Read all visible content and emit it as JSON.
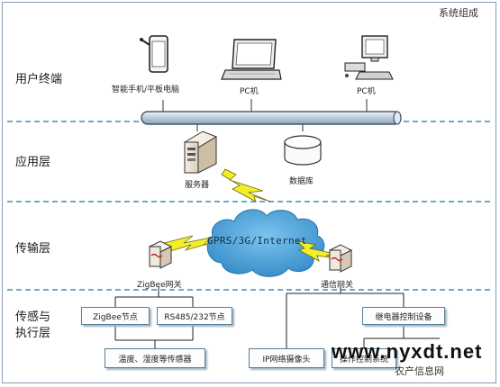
{
  "header": {
    "title": "系统组成"
  },
  "layers": {
    "user_terminal": "用户终端",
    "application": "应用层",
    "transport": "传输层",
    "sensing_line1": "传感与",
    "sensing_line2": "执行层"
  },
  "terminals": {
    "smartphone": "智能手机/平板电脑",
    "pc1": "PC机",
    "pc2": "PC机"
  },
  "application": {
    "server": "服务器",
    "database": "数据库"
  },
  "transport": {
    "cloud": "GPRS/3G/Internet",
    "zigbee_gateway": "ZigBee网关",
    "comm_gateway": "通信网关"
  },
  "devices": {
    "zigbee_node": "ZigBee节点",
    "rs485_node": "RS485/232节点",
    "sensors": "温度、湿度等传感器",
    "relay": "继电器控制设备",
    "ip_camera": "IP网络摄像头",
    "control_system": "操作控制系统"
  },
  "watermark": {
    "url": "www.nyxdt.net",
    "badge": "农产信息网"
  },
  "colors": {
    "dash": "#6fa8c9",
    "bus": "#c9d7e6",
    "cloud": "#3b8fc9",
    "lightning": "#f2ee2a"
  }
}
